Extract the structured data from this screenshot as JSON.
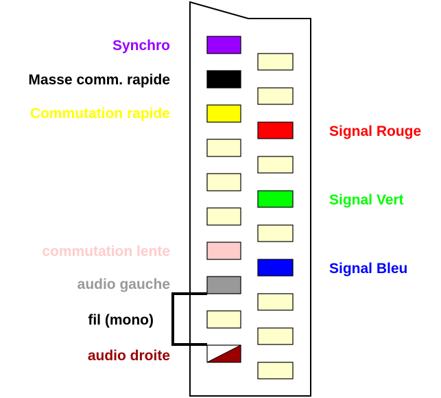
{
  "labels_left": {
    "synchro": "Synchro",
    "masse": "Masse comm. rapide",
    "commutation_rapide": "Commutation rapide",
    "commutation_lente": "commutation lente",
    "audio_gauche": "audio gauche",
    "fil_mono": "fil (mono)",
    "audio_droite": "audio droite"
  },
  "labels_right": {
    "signal_rouge": "Signal Rouge",
    "signal_vert": "Signal Vert",
    "signal_bleu": "Signal Bleu"
  },
  "colors": {
    "synchro": "#9900ff",
    "masse": "#000000",
    "commutation_rapide": "#ffff00",
    "commutation_lente": "#ffcccc",
    "audio_gauche": "#999999",
    "fil_mono": "#000000",
    "audio_droite": "#990000",
    "signal_rouge": "#ff0000",
    "signal_vert": "#00ff00",
    "signal_bleu": "#0000ff",
    "pin_default": "#ffffcc",
    "outline": "#000000"
  },
  "pins": {
    "left_column": [
      "synchro",
      "masse",
      "commutation_rapide",
      "pin_default",
      "pin_default",
      "pin_default",
      "commutation_lente",
      "audio_gauche",
      "pin_default",
      "audio_droite"
    ],
    "right_column": [
      "pin_default",
      "pin_default",
      "signal_rouge",
      "pin_default",
      "signal_vert",
      "pin_default",
      "signal_bleu",
      "pin_default",
      "pin_default",
      "pin_default"
    ]
  }
}
